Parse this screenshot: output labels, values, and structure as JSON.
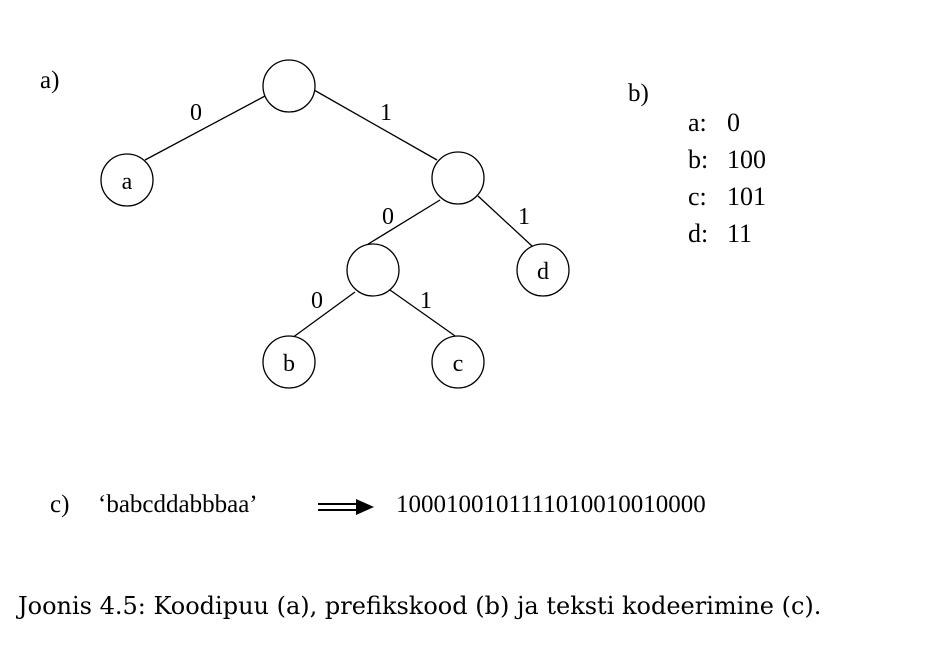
{
  "part_labels": {
    "a": "a)",
    "b": "b)",
    "c": "c)"
  },
  "tree": {
    "nodes": {
      "root": "",
      "n1": "",
      "n10": "",
      "a": "a",
      "b": "b",
      "c": "c",
      "d": "d"
    },
    "edges": {
      "root_a": "0",
      "root_n1": "1",
      "n1_n10": "0",
      "n1_d": "1",
      "n10_b": "0",
      "n10_c": "1"
    }
  },
  "code_table": [
    {
      "symbol": "a:",
      "code": "0"
    },
    {
      "symbol": "b:",
      "code": "100"
    },
    {
      "symbol": "c:",
      "code": "101"
    },
    {
      "symbol": "d:",
      "code": "11"
    }
  ],
  "encoding": {
    "input": "‘babcddabbbaa’",
    "output": "1000100101111010010010000"
  },
  "caption": "Joonis 4.5: Koodipuu (a), prefikskood (b) ja teksti kodeerimine (c)."
}
